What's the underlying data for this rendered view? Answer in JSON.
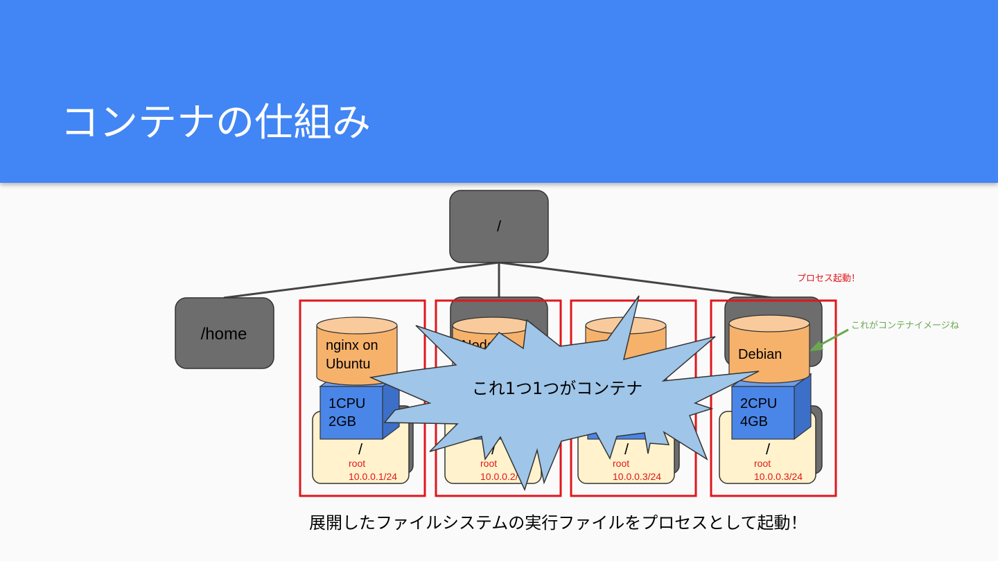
{
  "slide": {
    "title": "コンテナの仕組み",
    "caption": "展開したファイルシステムの実行ファイルをプロセスとして起動！"
  },
  "diagram": {
    "root_label": "/",
    "home_label": "/home",
    "burst_label": "これ1つ1つがコンテナ",
    "annotations": {
      "process_start": "プロセス起動！",
      "image_note": "これがコンテナイメージね"
    },
    "containers": [
      {
        "image_line1": "nginx on",
        "image_line2": "Ubuntu",
        "cpu": "1CPU",
        "mem": "2GB",
        "fs": "/",
        "user": "root",
        "ip": "10.0.0.1/24"
      },
      {
        "image_line1": "Node on",
        "image_line2": "",
        "cpu": "",
        "mem": "2",
        "fs": "/",
        "user": "root",
        "ip": "10.0.0.2/"
      },
      {
        "image_line1": "",
        "image_line2": "",
        "cpu": "",
        "mem": "",
        "fs": "/",
        "user": "root",
        "ip": "10.0.0.3/24"
      },
      {
        "image_line1": "Debian",
        "image_line2": "",
        "cpu": "2CPU",
        "mem": "4GB",
        "fs": "/",
        "user": "root",
        "ip": "10.0.0.3/24"
      }
    ],
    "colors": {
      "header": "#4285f4",
      "node_gray": "#6d6d6d",
      "container_border": "#e0161b",
      "image_cylinder": "#f6b26b",
      "resource_block": "#4a86e8",
      "filesystem": "#fff2cc",
      "burst": "#9fc5e8",
      "note_green": "#6aa84f"
    }
  }
}
